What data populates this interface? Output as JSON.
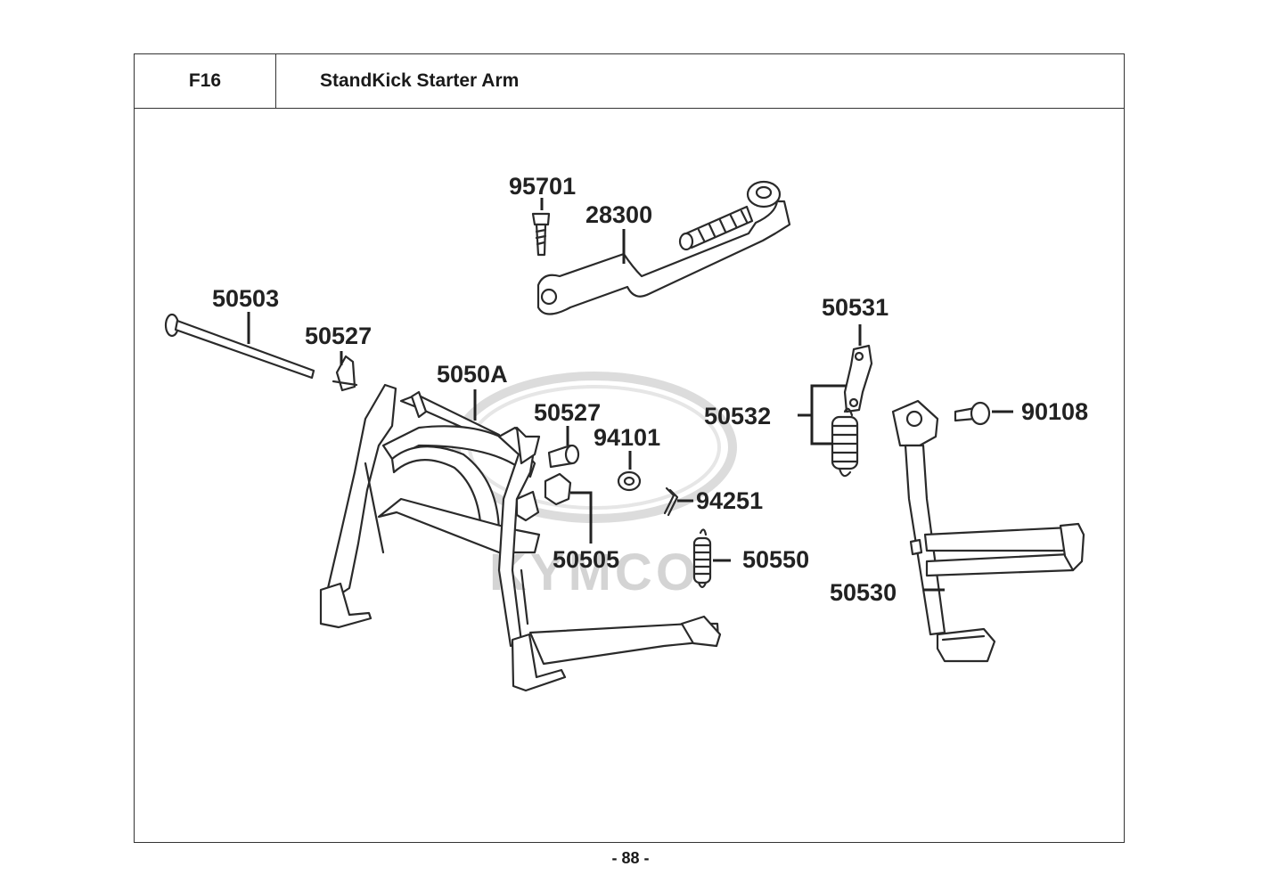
{
  "header": {
    "code": "F16",
    "title": "StandKick Starter Arm"
  },
  "page_number": "- 88 -",
  "watermark": {
    "text": "KYMCO"
  },
  "parts": {
    "p95701": "95701",
    "p28300": "28300",
    "p50503": "50503",
    "p50527a": "50527",
    "p5050A": "5050A",
    "p50527b": "50527",
    "p94101": "94101",
    "p94251": "94251",
    "p50505": "50505",
    "p50550": "50550",
    "p50531": "50531",
    "p50532": "50532",
    "p90108": "90108",
    "p50530": "50530"
  }
}
